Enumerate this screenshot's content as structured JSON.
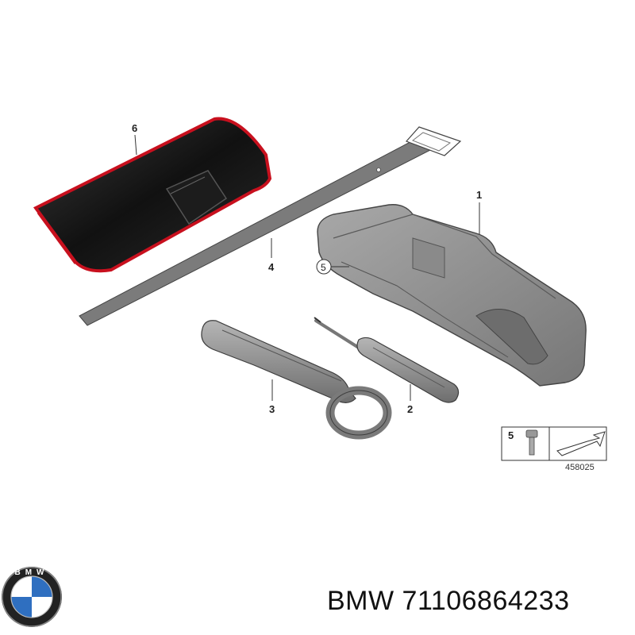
{
  "callouts": {
    "p1": "1",
    "p2": "2",
    "p3": "3",
    "p4": "4",
    "p5": "5",
    "p6": "6"
  },
  "legend": {
    "index": "5",
    "code": "458025"
  },
  "logo": {
    "brand_text": "BMW"
  },
  "caption": "BMW 71106864233",
  "colors": {
    "pouch": "#1a1a1a",
    "pouch_trim": "#d01020",
    "metal": "#8c8c8c",
    "strap": "#7a7a7a",
    "logo_blue": "#2f6fc0"
  }
}
